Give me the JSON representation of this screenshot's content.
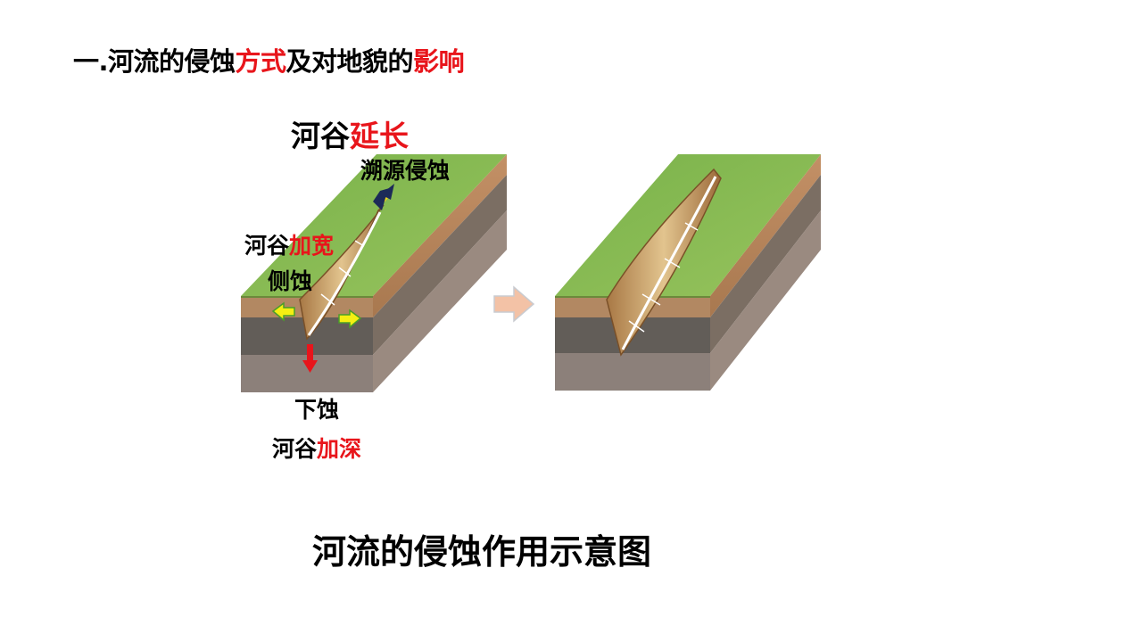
{
  "title": {
    "part1": "一.河流的侵蚀",
    "part2": "方式",
    "part3": "及对地貌的",
    "part4": "影响"
  },
  "labels": {
    "valley_length": {
      "prefix": "河谷",
      "highlight": "延长"
    },
    "headward_erosion": "溯源侵蚀",
    "valley_widen": {
      "prefix": "河谷",
      "highlight": "加宽"
    },
    "lateral_erosion": "侧蚀",
    "down_erosion": "下蚀",
    "valley_deepen": {
      "prefix": "河谷",
      "highlight": "加深"
    }
  },
  "caption": "河流的侵蚀作用示意图",
  "colors": {
    "highlight": "#e8151b",
    "grass": "#86b94f",
    "soil_light": "#b9865e",
    "soil_dark": "#6e6a64",
    "rock": "#8a8078",
    "arrow_up": "#1c2a58",
    "arrow_side": "#f4ef12",
    "arrow_down": "#e8151b",
    "transition_arrow": "#f3c2a6"
  },
  "icons": {
    "up": "arrow-up-icon",
    "side": "arrow-left-right-icon",
    "down": "arrow-down-icon",
    "next": "arrow-right-icon"
  }
}
